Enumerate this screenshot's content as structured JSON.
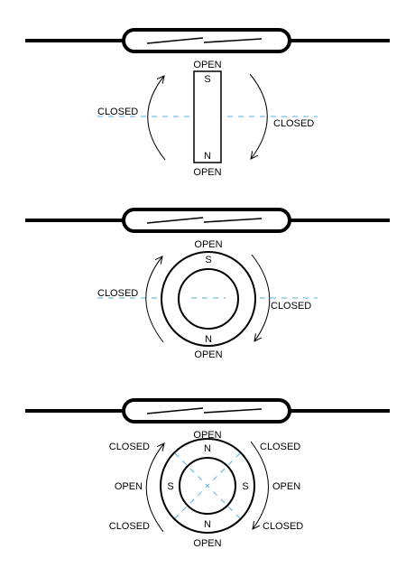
{
  "colors": {
    "stroke": "#000000",
    "axis": "#5aaee0",
    "background": "#ffffff"
  },
  "diagrams": [
    {
      "top_label": "OPEN",
      "bottom_label": "OPEN",
      "left_label": "CLOSED",
      "right_label": "CLOSED",
      "pole_top": "S",
      "pole_bottom": "N"
    },
    {
      "top_label": "OPEN",
      "bottom_label": "OPEN",
      "left_label": "CLOSED",
      "right_label": "CLOSED",
      "pole_top": "S",
      "pole_bottom": "N"
    },
    {
      "top_label": "OPEN",
      "bottom_label": "OPEN",
      "left_label": "OPEN",
      "right_label": "OPEN",
      "top_left_label": "CLOSED",
      "top_right_label": "CLOSED",
      "bottom_left_label": "CLOSED",
      "bottom_right_label": "CLOSED",
      "pole_top": "N",
      "pole_bottom": "N",
      "pole_left": "S",
      "pole_right": "S"
    }
  ]
}
